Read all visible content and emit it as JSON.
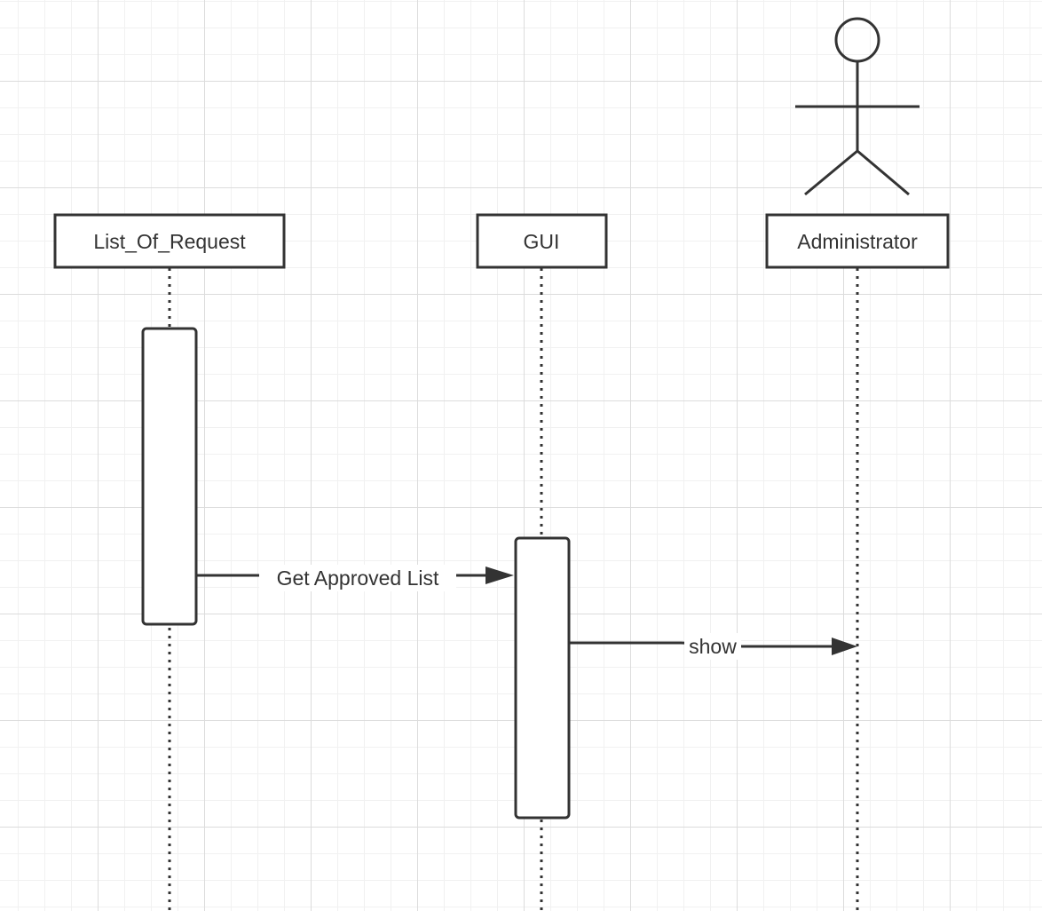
{
  "participants": {
    "list_of_request": "List_Of_Request",
    "gui": "GUI",
    "administrator": "Administrator"
  },
  "messages": [
    {
      "from": "List_Of_Request",
      "to": "GUI",
      "label": "Get Approved List"
    },
    {
      "from": "GUI",
      "to": "Administrator",
      "label": "show"
    }
  ],
  "icons": {
    "actor": "stick-figure-actor-icon"
  },
  "colors": {
    "stroke": "#333333",
    "grid": "#dcdcdc",
    "background": "#ffffff"
  }
}
